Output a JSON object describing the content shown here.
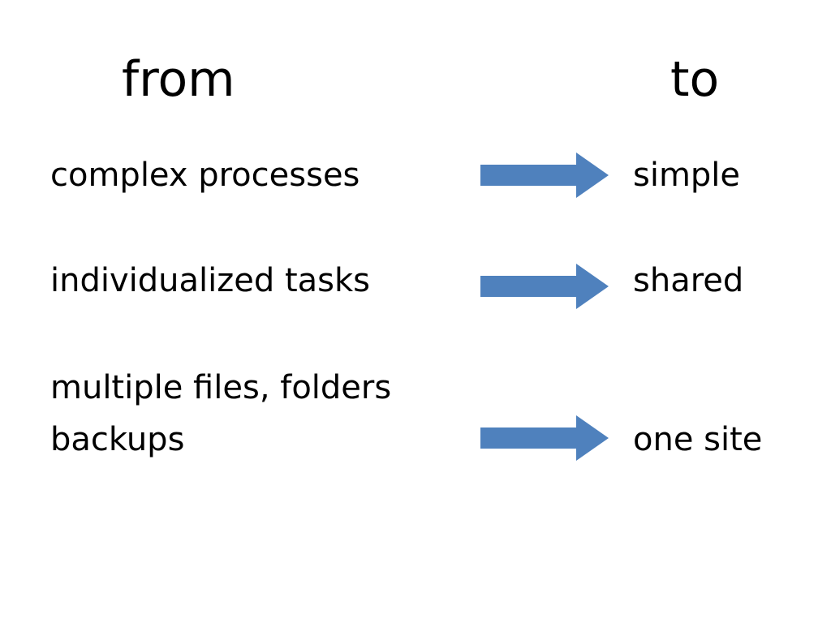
{
  "headings": {
    "from": "from",
    "to": "to"
  },
  "rows": [
    {
      "from_lines": [
        "complex processes"
      ],
      "to": "simple"
    },
    {
      "from_lines": [
        "individualized tasks"
      ],
      "to": "shared"
    },
    {
      "from_lines": [
        "multiple files, folders",
        "backups"
      ],
      "to": "one site"
    }
  ],
  "colors": {
    "arrow_fill": "#4f81bd",
    "text": "#000000",
    "background": "#ffffff"
  },
  "icons": {
    "row_connector": "right-arrow-icon"
  }
}
